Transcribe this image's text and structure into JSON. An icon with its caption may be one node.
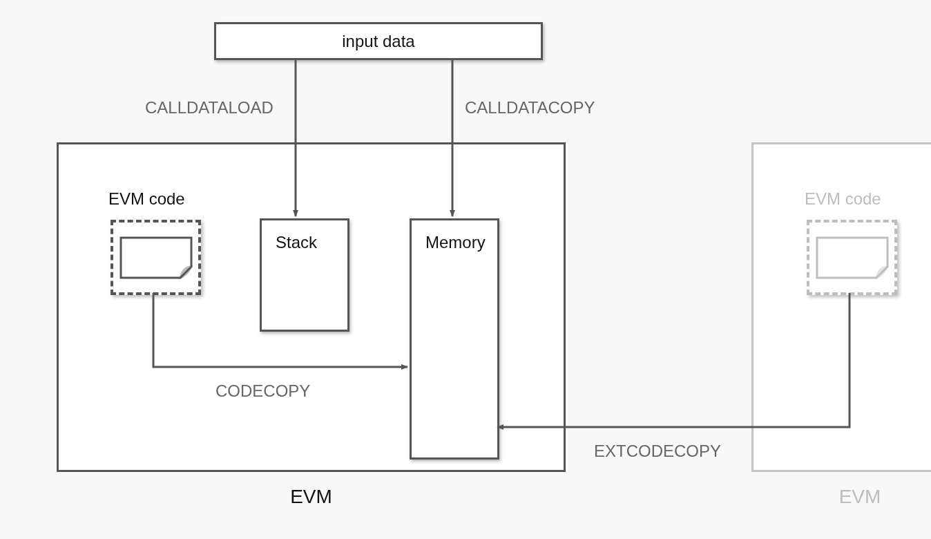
{
  "diagram": {
    "nodes": [
      {
        "text": [
          "input data"
        ]
      },
      {
        "text": [
          "EVM"
        ]
      },
      {
        "text": [
          "EVM code"
        ],
        "in": 1
      },
      {
        "text": [
          "Stack"
        ],
        "in": 1
      },
      {
        "text": [
          "Memory"
        ],
        "in": 1
      },
      {
        "text": [
          "EVM"
        ]
      },
      {
        "text": [
          "EVM code"
        ],
        "in": 5
      }
    ],
    "edges": [
      {
        "from": 0,
        "to": 3,
        "arrow": "to",
        "label": "CALLDATALOAD"
      },
      {
        "from": 0,
        "to": 4,
        "arrow": "to",
        "label": "CALLDATACOPY"
      },
      {
        "from": 2,
        "to": 4,
        "arrow": "to",
        "label": "CODECOPY"
      },
      {
        "from": 6,
        "to": 4,
        "arrow": "to",
        "label": "EXTCODECOPY"
      }
    ]
  }
}
